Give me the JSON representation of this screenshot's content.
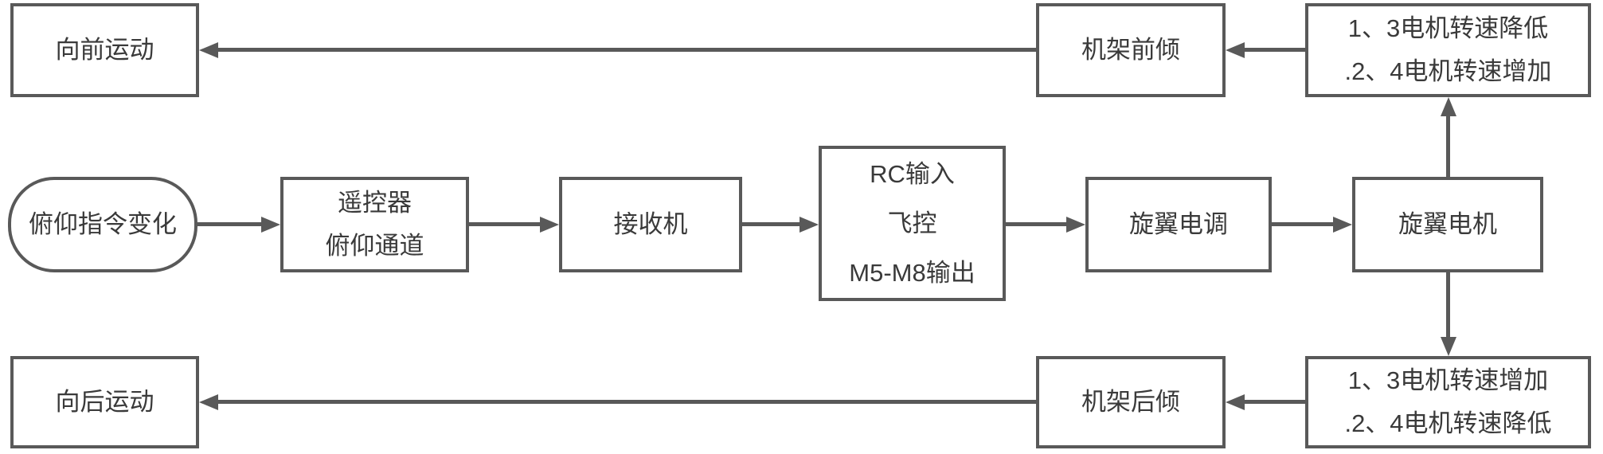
{
  "colors": {
    "border": "#595959",
    "text": "#3a3a3a",
    "bg": "#ffffff"
  },
  "nodes": {
    "pitch_command": {
      "shape": "stadium",
      "label": "俯仰指令变化"
    },
    "remote": {
      "shape": "rect",
      "lines": [
        "遥控器",
        "俯仰通道"
      ]
    },
    "receiver": {
      "shape": "rect",
      "label": "接收机"
    },
    "flight_controller": {
      "shape": "rect",
      "lines": [
        "RC输入",
        "飞控",
        "M5-M8输出"
      ]
    },
    "esc": {
      "shape": "rect",
      "label": "旋翼电调"
    },
    "motor": {
      "shape": "rect",
      "label": "旋翼电机"
    },
    "motor_action_up": {
      "shape": "rect",
      "lines": [
        "1、3电机转速降低",
        ".2、4电机转速增加"
      ]
    },
    "frame_tilt_forward": {
      "shape": "rect",
      "label": "机架前倾"
    },
    "move_forward": {
      "shape": "rect",
      "label": "向前运动"
    },
    "motor_action_down": {
      "shape": "rect",
      "lines": [
        "1、3电机转速增加",
        ".2、4电机转速降低"
      ]
    },
    "frame_tilt_back": {
      "shape": "rect",
      "label": "机架后倾"
    },
    "move_backward": {
      "shape": "rect",
      "label": "向后运动"
    }
  },
  "edges": [
    {
      "from": "pitch_command",
      "to": "remote"
    },
    {
      "from": "remote",
      "to": "receiver"
    },
    {
      "from": "receiver",
      "to": "flight_controller"
    },
    {
      "from": "flight_controller",
      "to": "esc"
    },
    {
      "from": "esc",
      "to": "motor"
    },
    {
      "from": "motor",
      "to": "motor_action_up"
    },
    {
      "from": "motor",
      "to": "motor_action_down"
    },
    {
      "from": "motor_action_up",
      "to": "frame_tilt_forward"
    },
    {
      "from": "frame_tilt_forward",
      "to": "move_forward"
    },
    {
      "from": "motor_action_down",
      "to": "frame_tilt_back"
    },
    {
      "from": "frame_tilt_back",
      "to": "move_backward"
    }
  ]
}
